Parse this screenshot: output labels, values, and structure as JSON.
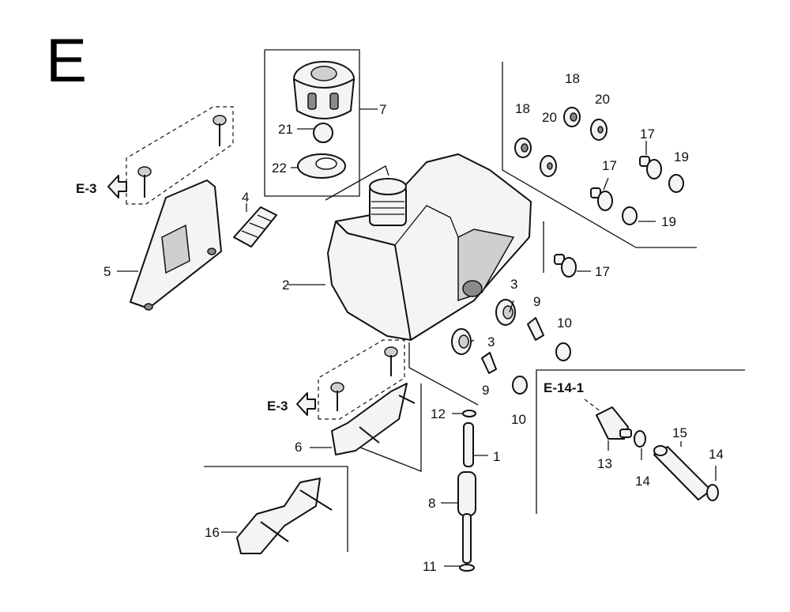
{
  "section_letter": "E",
  "refs": {
    "e3_top": "E-3",
    "e3_bottom": "E-3",
    "e14": "E-14-1"
  },
  "callouts": {
    "c1": "1",
    "c2": "2",
    "c3a": "3",
    "c3b": "3",
    "c4": "4",
    "c5": "5",
    "c6": "6",
    "c7": "7",
    "c8": "8",
    "c9a": "9",
    "c9b": "9",
    "c10a": "10",
    "c10b": "10",
    "c11": "11",
    "c12": "12",
    "c13": "13",
    "c14a": "14",
    "c14b": "14",
    "c15": "15",
    "c16": "16",
    "c17a": "17",
    "c17b": "17",
    "c17c": "17",
    "c18a": "18",
    "c18b": "18",
    "c19a": "19",
    "c19b": "19",
    "c20a": "20",
    "c20b": "20",
    "c21": "21",
    "c22": "22"
  },
  "icons": [
    "arrow-left-icon"
  ]
}
